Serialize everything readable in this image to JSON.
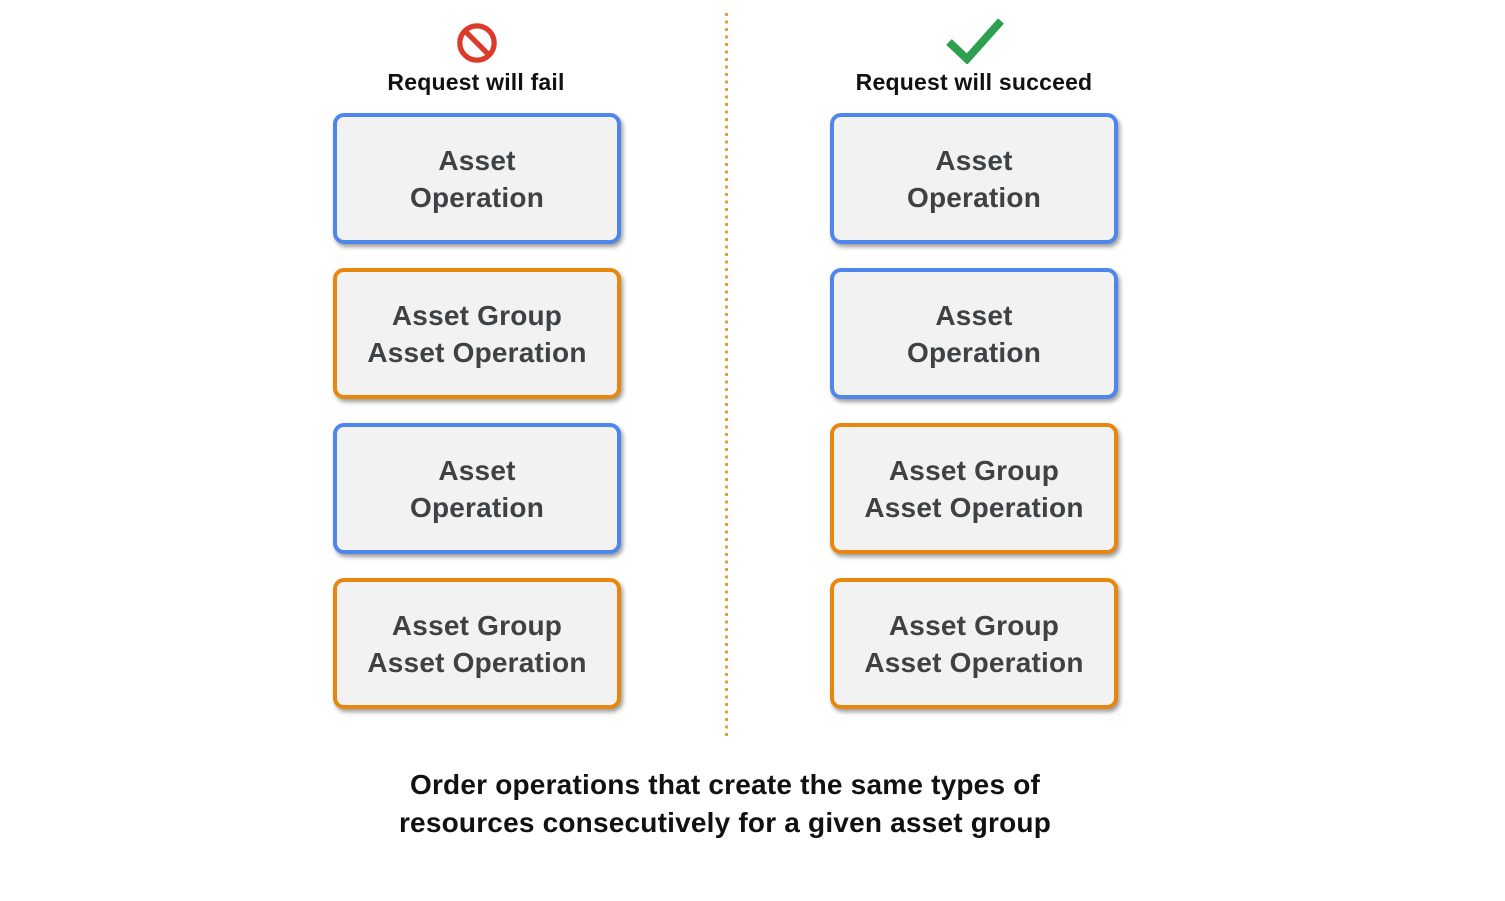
{
  "colors": {
    "blue_border": "#4E86EC",
    "orange_border": "#E8870E",
    "box_fill": "#F2F2F2",
    "box_text": "#3F4245",
    "fail_icon_red": "#DB3B2A",
    "success_icon_green": "#2E9E4F",
    "divider_dot": "#E2A13C",
    "heading_text": "#111111"
  },
  "columns": [
    {
      "id": "fail",
      "header": {
        "icon": "no-entry-icon",
        "label": "Request will fail"
      },
      "boxes": [
        {
          "lines": [
            "Asset",
            "Operation"
          ],
          "border_color": "#4E86EC"
        },
        {
          "lines": [
            "Asset Group",
            "Asset Operation"
          ],
          "border_color": "#E8870E"
        },
        {
          "lines": [
            "Asset",
            "Operation"
          ],
          "border_color": "#4E86EC"
        },
        {
          "lines": [
            "Asset Group",
            "Asset Operation"
          ],
          "border_color": "#E8870E"
        }
      ]
    },
    {
      "id": "succeed",
      "header": {
        "icon": "check-icon",
        "label": "Request will succeed"
      },
      "boxes": [
        {
          "lines": [
            "Asset",
            "Operation"
          ],
          "border_color": "#4E86EC"
        },
        {
          "lines": [
            "Asset",
            "Operation"
          ],
          "border_color": "#4E86EC"
        },
        {
          "lines": [
            "Asset Group",
            "Asset Operation"
          ],
          "border_color": "#E8870E"
        },
        {
          "lines": [
            "Asset Group",
            "Asset Operation"
          ],
          "border_color": "#E8870E"
        }
      ]
    }
  ],
  "divider": {
    "style": "dotted",
    "color": "#E2A13C"
  },
  "caption": {
    "lines": [
      "Order operations that create the same types of",
      "resources consecutively for a given asset group"
    ]
  }
}
